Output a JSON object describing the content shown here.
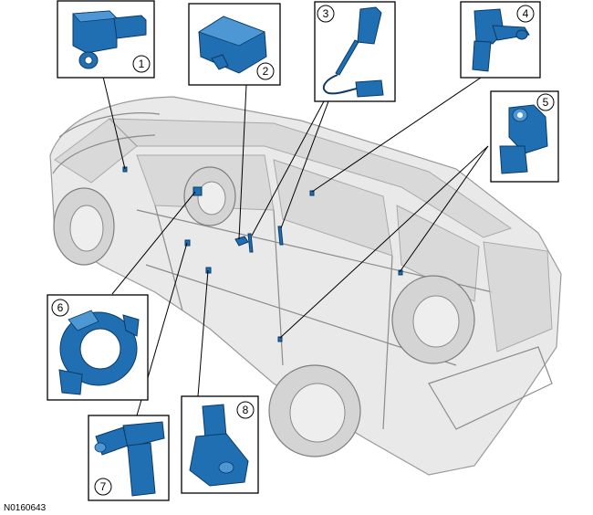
{
  "figure_id": "N0160643",
  "callouts": [
    "1",
    "2",
    "3",
    "4",
    "5",
    "6",
    "7",
    "8"
  ],
  "colors": {
    "component_blue": "#1f6fb2",
    "component_blue_light": "#4d97d4",
    "vehicle_gray": "#e9e9e9",
    "outline": "#000000"
  },
  "icons": [
    "sensor-1-icon",
    "module-2-icon",
    "seatbelt-buckle-3-icon",
    "sensor-4-icon",
    "sensor-5-icon",
    "clockspring-6-icon",
    "sensor-7-icon",
    "sensor-8-icon",
    "vehicle-icon"
  ]
}
